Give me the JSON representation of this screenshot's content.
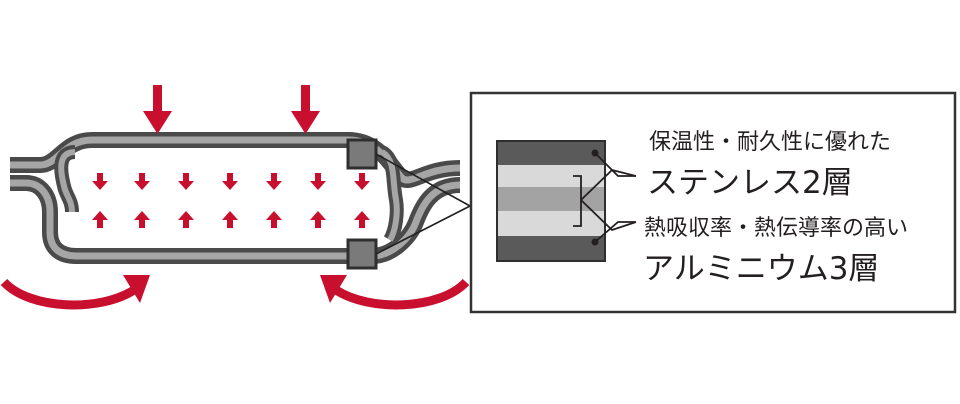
{
  "legend": {
    "stainless_desc": "保温性・耐久性に優れた",
    "stainless_name": "ステンレス2層",
    "aluminum_desc": "熱吸収率・熱伝導率の高い",
    "aluminum_name": "アルミニウム3層"
  },
  "colors": {
    "arrow_red": "#c8102e",
    "pot_outline": "#4a4a4a",
    "pot_wall": "#a6a6a6",
    "layer_dark": "#5a5a5a",
    "layer_light": "#d9d9d9",
    "layer_mid": "#a3a3a3",
    "frame": "#333333"
  },
  "icons": {
    "heat_arrows": "arrow-down-icon",
    "steam_arrows": "arrow-up-icon",
    "convection": "curved-arrow-icon"
  }
}
